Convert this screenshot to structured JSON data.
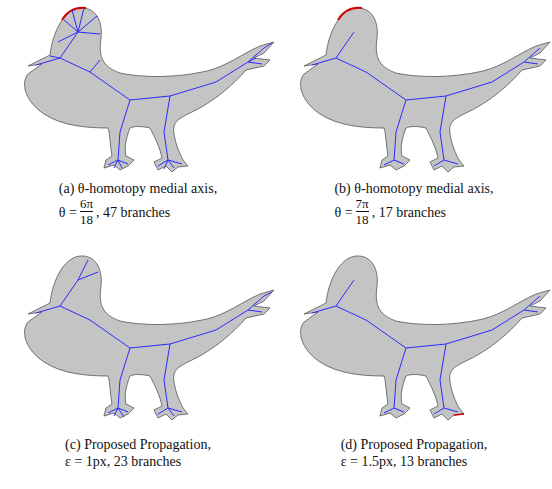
{
  "diagram": {
    "labels": [
      "(a) θ-homotopy medial axis,",
      "θ =",
      "6π",
      "18",
      ", 47 branches",
      "(b) θ-homotopy medial axis,",
      "θ =",
      "7π",
      "18",
      ", 17 branches",
      "(c) Proposed Propagation,",
      "ε = 1px, 23 branches",
      "(d) Proposed Propagation,",
      "ε = 1.5px, 13 branches"
    ]
  }
}
